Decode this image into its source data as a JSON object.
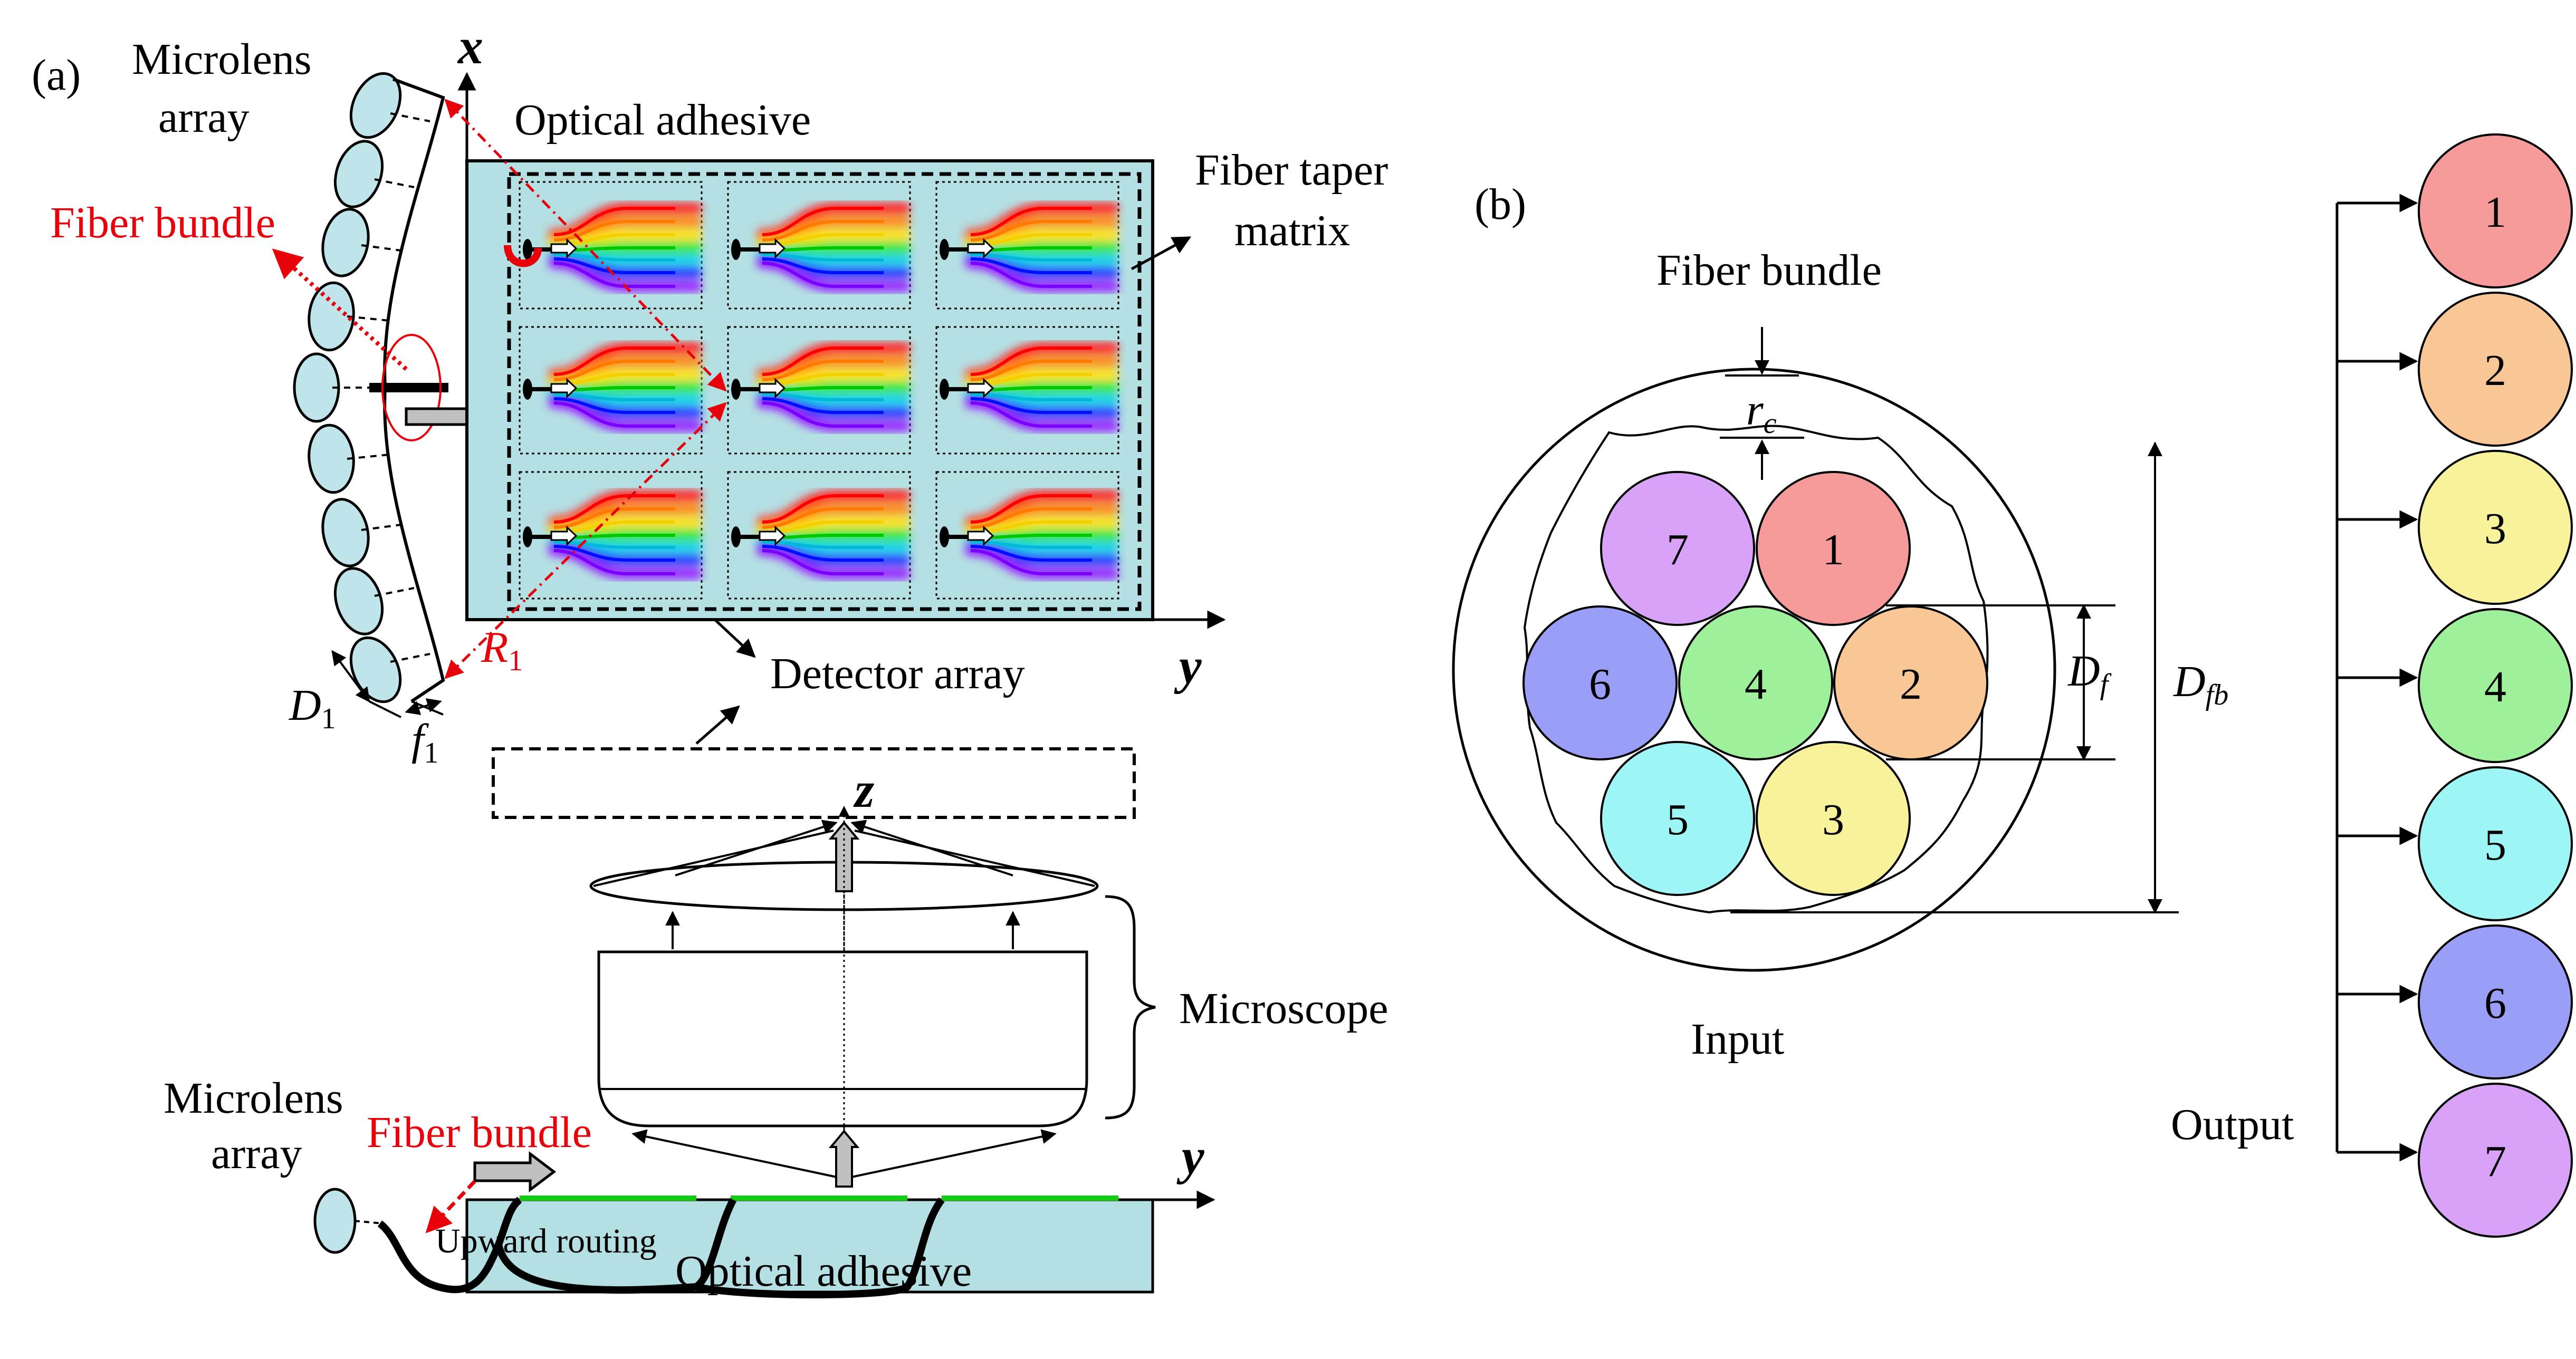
{
  "panel_a": {
    "label": "(a)",
    "top_view": {
      "microlens_array": "Microlens array",
      "fiber_bundle": "Fiber bundle",
      "optical_adhesive": "Optical adhesive",
      "fiber_taper_matrix": "Fiber taper matrix",
      "detector_array": "Detector array",
      "axis_x": "x",
      "axis_y": "y",
      "r1": "R",
      "r1_sub": "1",
      "d1": "D",
      "d1_sub": "1",
      "f1": "f",
      "f1_sub": "1"
    },
    "side_view": {
      "axis_z": "z",
      "axis_y": "y",
      "microscope": "Microscope",
      "microlens_array": "Microlens array",
      "fiber_bundle": "Fiber bundle",
      "upward_routing": "Upward routing",
      "optical_adhesive": "Optical adhesive"
    }
  },
  "panel_b": {
    "label": "(b)",
    "fiber_bundle": "Fiber bundle",
    "input": "Input",
    "output": "Output",
    "rc": "r",
    "rc_sub": "c",
    "df": "D",
    "df_sub": "f",
    "dfb": "D",
    "dfb_sub": "fb",
    "cores": [
      {
        "n": "1",
        "color": "#f79a9a"
      },
      {
        "n": "2",
        "color": "#f9c795"
      },
      {
        "n": "3",
        "color": "#f8f29a"
      },
      {
        "n": "4",
        "color": "#9ff09a"
      },
      {
        "n": "5",
        "color": "#9df5f5"
      },
      {
        "n": "6",
        "color": "#9a9ef7"
      },
      {
        "n": "7",
        "color": "#d7a2f7"
      }
    ]
  }
}
